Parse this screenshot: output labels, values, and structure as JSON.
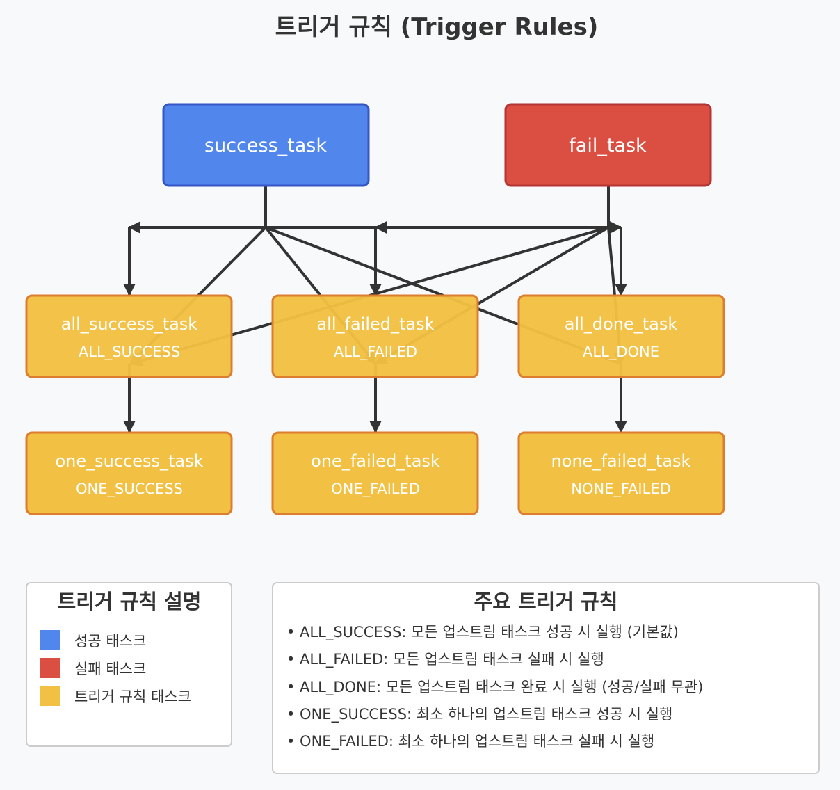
{
  "title": "트리거 규칙 (Trigger Rules)",
  "colors": {
    "success": "#5186ed",
    "success_border": "#3556c7",
    "fail": "#da4f42",
    "fail_border": "#b53434",
    "trigger": "#f2c042",
    "trigger_border": "#dc7d2f",
    "edge": "#333333",
    "panel_bg": "#ffffff",
    "panel_border": "#cccccc"
  },
  "nodes": {
    "success_task": {
      "label": "success_task"
    },
    "fail_task": {
      "label": "fail_task"
    },
    "all_success_task": {
      "label": "all_success_task",
      "rule": "ALL_SUCCESS"
    },
    "all_failed_task": {
      "label": "all_failed_task",
      "rule": "ALL_FAILED"
    },
    "all_done_task": {
      "label": "all_done_task",
      "rule": "ALL_DONE"
    },
    "one_success_task": {
      "label": "one_success_task",
      "rule": "ONE_SUCCESS"
    },
    "one_failed_task": {
      "label": "one_failed_task",
      "rule": "ONE_FAILED"
    },
    "none_failed_task": {
      "label": "none_failed_task",
      "rule": "NONE_FAILED"
    }
  },
  "legend": {
    "title": "트리거 규칙 설명",
    "items": [
      {
        "label": "성공 태스크",
        "color": "#5186ed"
      },
      {
        "label": "실패 태스크",
        "color": "#da4f42"
      },
      {
        "label": "트리거 규칙 태스크",
        "color": "#f2c042"
      }
    ]
  },
  "rules_panel": {
    "title": "주요 트리거 규칙",
    "items": [
      "• ALL_SUCCESS: 모든 업스트림 태스크 성공 시 실행 (기본값)",
      "• ALL_FAILED: 모든 업스트림 태스크 실패 시 실행",
      "• ALL_DONE: 모든 업스트림 태스크 완료 시 실행 (성공/실패 무관)",
      "• ONE_SUCCESS: 최소 하나의 업스트림 태스크 성공 시 실행",
      "• ONE_FAILED: 최소 하나의 업스트림 태스크 실패 시 실행"
    ]
  }
}
